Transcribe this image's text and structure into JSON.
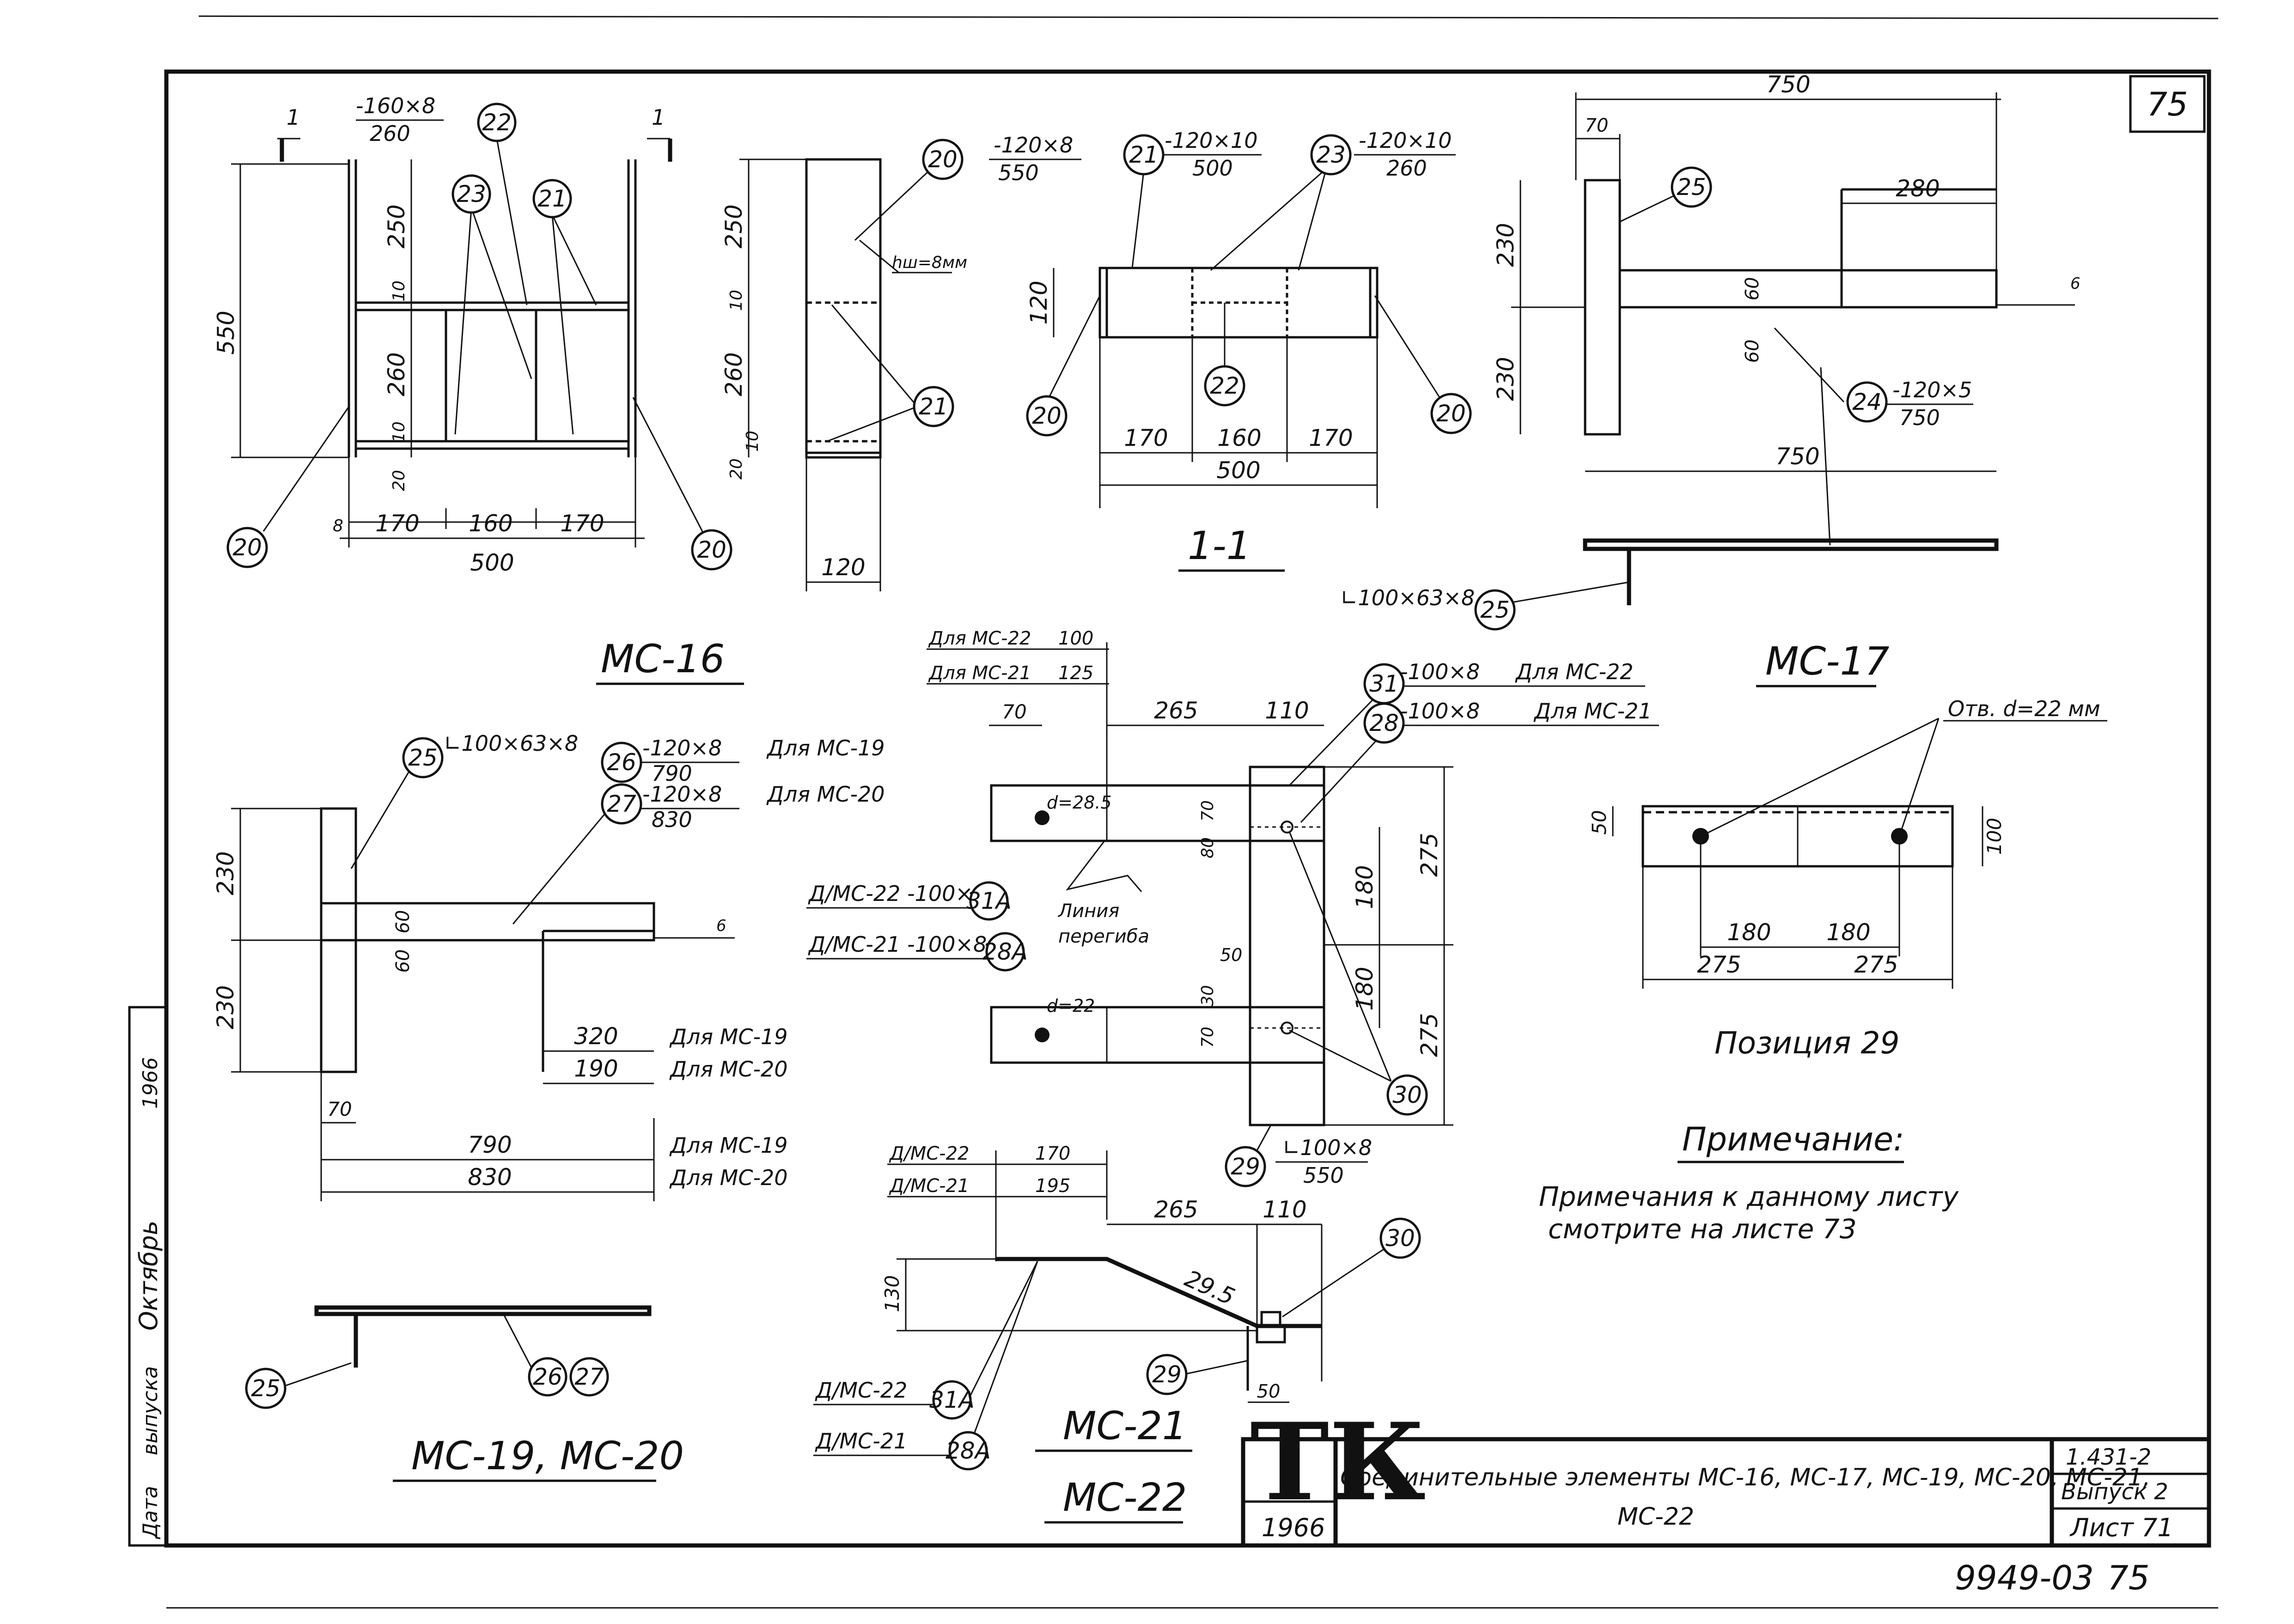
{
  "sheet": {
    "corner_number": "75",
    "bottom_code": "9949-03",
    "bottom_page": "75",
    "margin_year": "1966",
    "margin_label_1": "Дата",
    "margin_label_2": "выпуска",
    "margin_label_3": "Октябрь"
  },
  "title_block": {
    "logo": "ТК",
    "year": "1966",
    "title_line1": "Соединительные элементы МС-16, МС-17, МС-19, МС-20, МС-21,",
    "title_line2": "МС-22",
    "series": "1.431-2",
    "issue": "Выпуск 2",
    "sheet": "Лист 71"
  },
  "ms16": {
    "title": "МС-16",
    "section_marks": [
      "1",
      "1"
    ],
    "plate_22": "-160×8",
    "plate_22_len": "260",
    "dims": {
      "h_total": "550",
      "h_top": "250",
      "h_mid": "260",
      "t1": "10",
      "t2": "10",
      "t3": "20",
      "w1": "170",
      "w2": "160",
      "w3": "170",
      "w_total": "500",
      "edge": "8"
    },
    "callouts": [
      "22",
      "23",
      "21",
      "20",
      "20"
    ]
  },
  "side": {
    "plate_20": "-120×8",
    "plate_20_len": "550",
    "weld": "hш=8мм",
    "dims": {
      "d250": "250",
      "d10": "10",
      "d260": "260",
      "d10b": "10",
      "d20": "20",
      "w120": "120"
    },
    "callouts": [
      "20",
      "21"
    ]
  },
  "sec11": {
    "title": "1-1",
    "plate_21": "-120×10",
    "plate_21_len": "500",
    "plate_23": "-120×10",
    "plate_23_len": "260",
    "dims": {
      "h120": "120",
      "w170a": "170",
      "w160": "160",
      "w170b": "170",
      "w500": "500"
    },
    "callouts": [
      "21",
      "23",
      "20",
      "22",
      "20"
    ]
  },
  "ms17": {
    "title": "МС-17",
    "dims": {
      "w750": "750",
      "w70": "70",
      "h230a": "230",
      "h230b": "230",
      "d280": "280",
      "d60a": "60",
      "d60b": "60",
      "gap": "6",
      "w750b": "750"
    },
    "plate_24": "-120×5",
    "plate_24_len": "750",
    "angle_25": "∟100×63×8",
    "callouts": [
      "25",
      "24",
      "25"
    ]
  },
  "pos29": {
    "title": "Позиция 29",
    "hole": "Отв. d=22 мм",
    "dims": {
      "h50": "50",
      "h100": "100",
      "w180a": "180",
      "w180b": "180",
      "w275a": "275",
      "w275b": "275"
    }
  },
  "note": {
    "heading": "Примечание:",
    "line1": "Примечания к данному листу",
    "line2": "смотрите на листе 73"
  },
  "ms1920": {
    "title": "МС-19, МС-20",
    "angle_25": "∟100×63×8",
    "plate_26": "-120×8",
    "plate_26_len": "790",
    "plate_26_for": "Для МС-19",
    "plate_27": "-120×8",
    "plate_27_len": "830",
    "plate_27_for": "Для МС-20",
    "dims": {
      "h230a": "230",
      "h230b": "230",
      "d60a": "60",
      "d60b": "60",
      "gap": "6",
      "w70": "70",
      "d320": "320",
      "d320_for": "Для МС-19",
      "d190": "190",
      "d190_for": "Для МС-20",
      "d790": "790",
      "d790_for": "Для МС-19",
      "d830": "830",
      "d830_for": "Для МС-20"
    },
    "callouts": [
      "25",
      "26",
      "27",
      "25",
      "26",
      "27"
    ]
  },
  "ms2122": {
    "title_a": "МС-21",
    "title_b": "МС-22",
    "for22_100": "Для МС-22",
    "v100": "100",
    "for21_125": "Для МС-21",
    "v125": "125",
    "plate_31": "-100×8",
    "plate_31_for": "Для МС-22",
    "plate_28": "-100×8",
    "plate_28_for": "Для МС-21",
    "p31a": "Д/МС-22 -100×8",
    "p28a": "Д/МС-21 -100×8",
    "bend": "Линия",
    "bend2": "перегиба",
    "hole1": "d=28.5",
    "hole2": "d=22",
    "angle_29": "∟100×8",
    "angle_29_len": "550",
    "dims": {
      "w70": "70",
      "w265": "265",
      "w110": "110",
      "h70a": "70",
      "h80": "80",
      "h275a": "275",
      "h180a": "180",
      "h180b": "180",
      "h275b": "275",
      "h50": "50",
      "h30": "30",
      "h70b": "70"
    },
    "low": {
      "for22": "Д/МС-22",
      "v170": "170",
      "for21": "Д/МС-21",
      "v195": "195",
      "w265": "265",
      "w110": "110",
      "slope": "29.5",
      "h130": "130",
      "w50": "50",
      "for22b": "Д/МС-22",
      "for21b": "Д/МС-21"
    },
    "callouts": [
      "31",
      "28",
      "31А",
      "28А",
      "29",
      "30",
      "30",
      "29",
      "31А",
      "28А"
    ]
  }
}
